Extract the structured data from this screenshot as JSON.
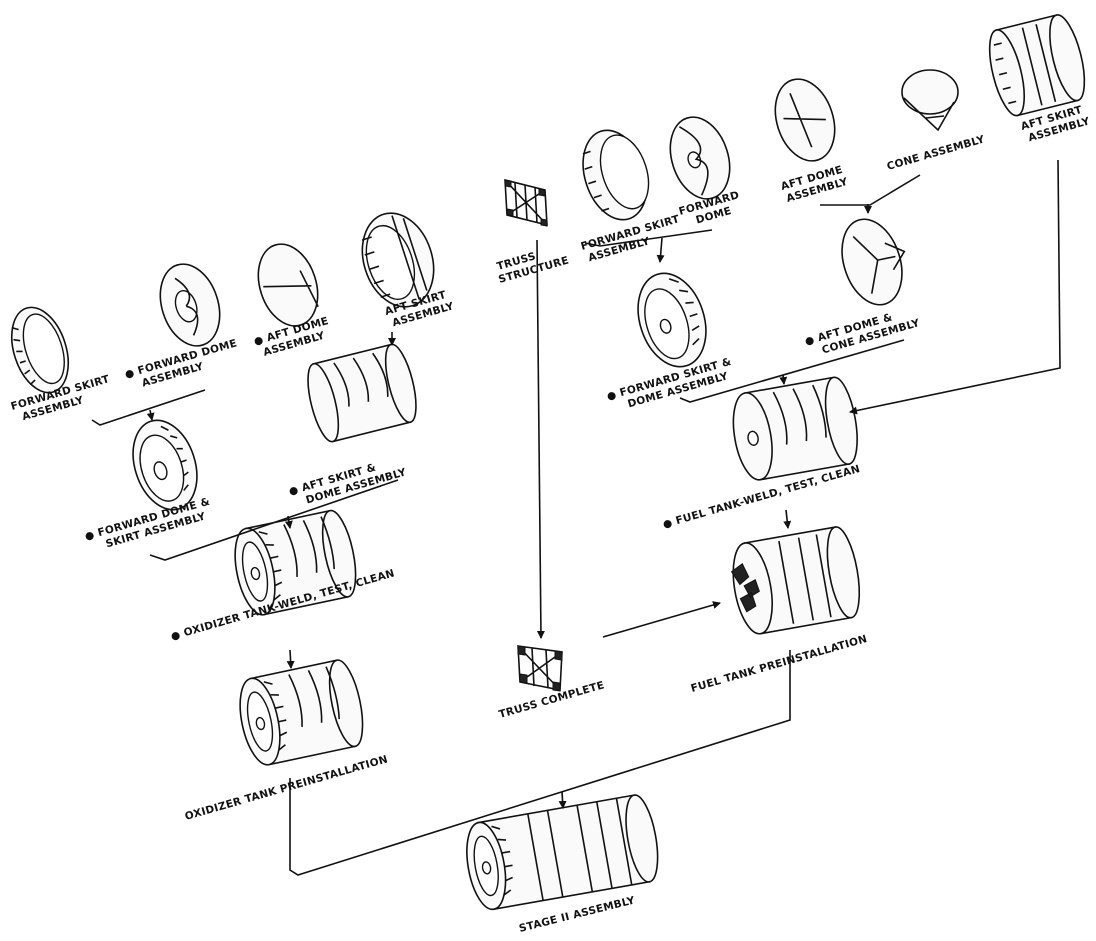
{
  "labels": {
    "fwd_skirt_l1": "FORWARD SKIRT",
    "fwd_skirt_l2": "ASSEMBLY",
    "fwd_dome_l1": "● FORWARD DOME",
    "fwd_dome_l2": "ASSEMBLY",
    "aft_dome_l1": "● AFT DOME",
    "aft_dome_l2": "ASSEMBLY",
    "aft_skirt_l1": "AFT SKIRT",
    "aft_skirt_l2": "ASSEMBLY",
    "fwd_dome_skirt_l1": "● FORWARD DOME &",
    "fwd_dome_skirt_l2": "SKIRT ASSEMBLY",
    "aft_skirt_dome_l1": "● AFT SKIRT &",
    "aft_skirt_dome_l2": "DOME ASSEMBLY",
    "ox_weld": "● OXIDIZER TANK-WELD, TEST, CLEAN",
    "ox_preinst": "OXIDIZER TANK PREINSTALLATION",
    "truss_l1": "TRUSS",
    "truss_l2": "STRUCTURE",
    "truss_complete": "TRUSS COMPLETE",
    "f_fwd_skirt_l1": "FORWARD SKIRT",
    "f_fwd_skirt_l2": "ASSEMBLY",
    "f_fwd_dome_l1": "FORWARD",
    "f_fwd_dome_l2": "DOME",
    "f_aft_dome_l1": "AFT DOME",
    "f_aft_dome_l2": "ASSEMBLY",
    "cone": "CONE ASSEMBLY",
    "f_aft_skirt_l1": "AFT SKIRT",
    "f_aft_skirt_l2": "ASSEMBLY",
    "f_fwd_skirt_dome_l1": "● FORWARD SKIRT &",
    "f_fwd_skirt_dome_l2": "DOME ASSEMBLY",
    "aft_dome_cone_l1": "● AFT DOME &",
    "aft_dome_cone_l2": "CONE ASSEMBLY",
    "fuel_weld": "● FUEL TANK-WELD, TEST, CLEAN",
    "fuel_preinst": "FUEL TANK PREINSTALLATION",
    "stage2": "STAGE II ASSEMBLY"
  }
}
